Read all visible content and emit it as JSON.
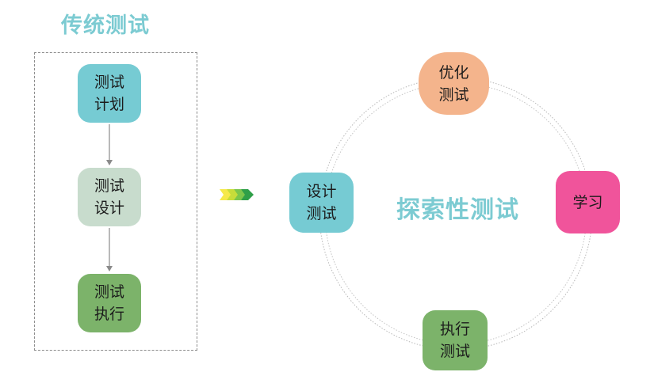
{
  "traditional": {
    "title": "传统测试",
    "steps": [
      {
        "label": "测试\n计划",
        "color": "#76cbd3"
      },
      {
        "label": "测试\n设计",
        "color": "#c8dccd"
      },
      {
        "label": "测试\n执行",
        "color": "#7cb36a"
      }
    ]
  },
  "exploratory": {
    "center_label": "探索性测试",
    "nodes": {
      "optimize": {
        "label": "优化\n测试",
        "color": "#f4b48c"
      },
      "learn": {
        "label": "学习",
        "color": "#f0549b"
      },
      "execute": {
        "label": "执行\n测试",
        "color": "#7cb36a"
      },
      "design": {
        "label": "设计\n测试",
        "color": "#76cbd3"
      }
    }
  },
  "transition_arrow": {
    "colors": [
      "#f6e94a",
      "#c7dd3a",
      "#7cc64b",
      "#2f9f48"
    ]
  },
  "accent_color": "#7ccbd2"
}
